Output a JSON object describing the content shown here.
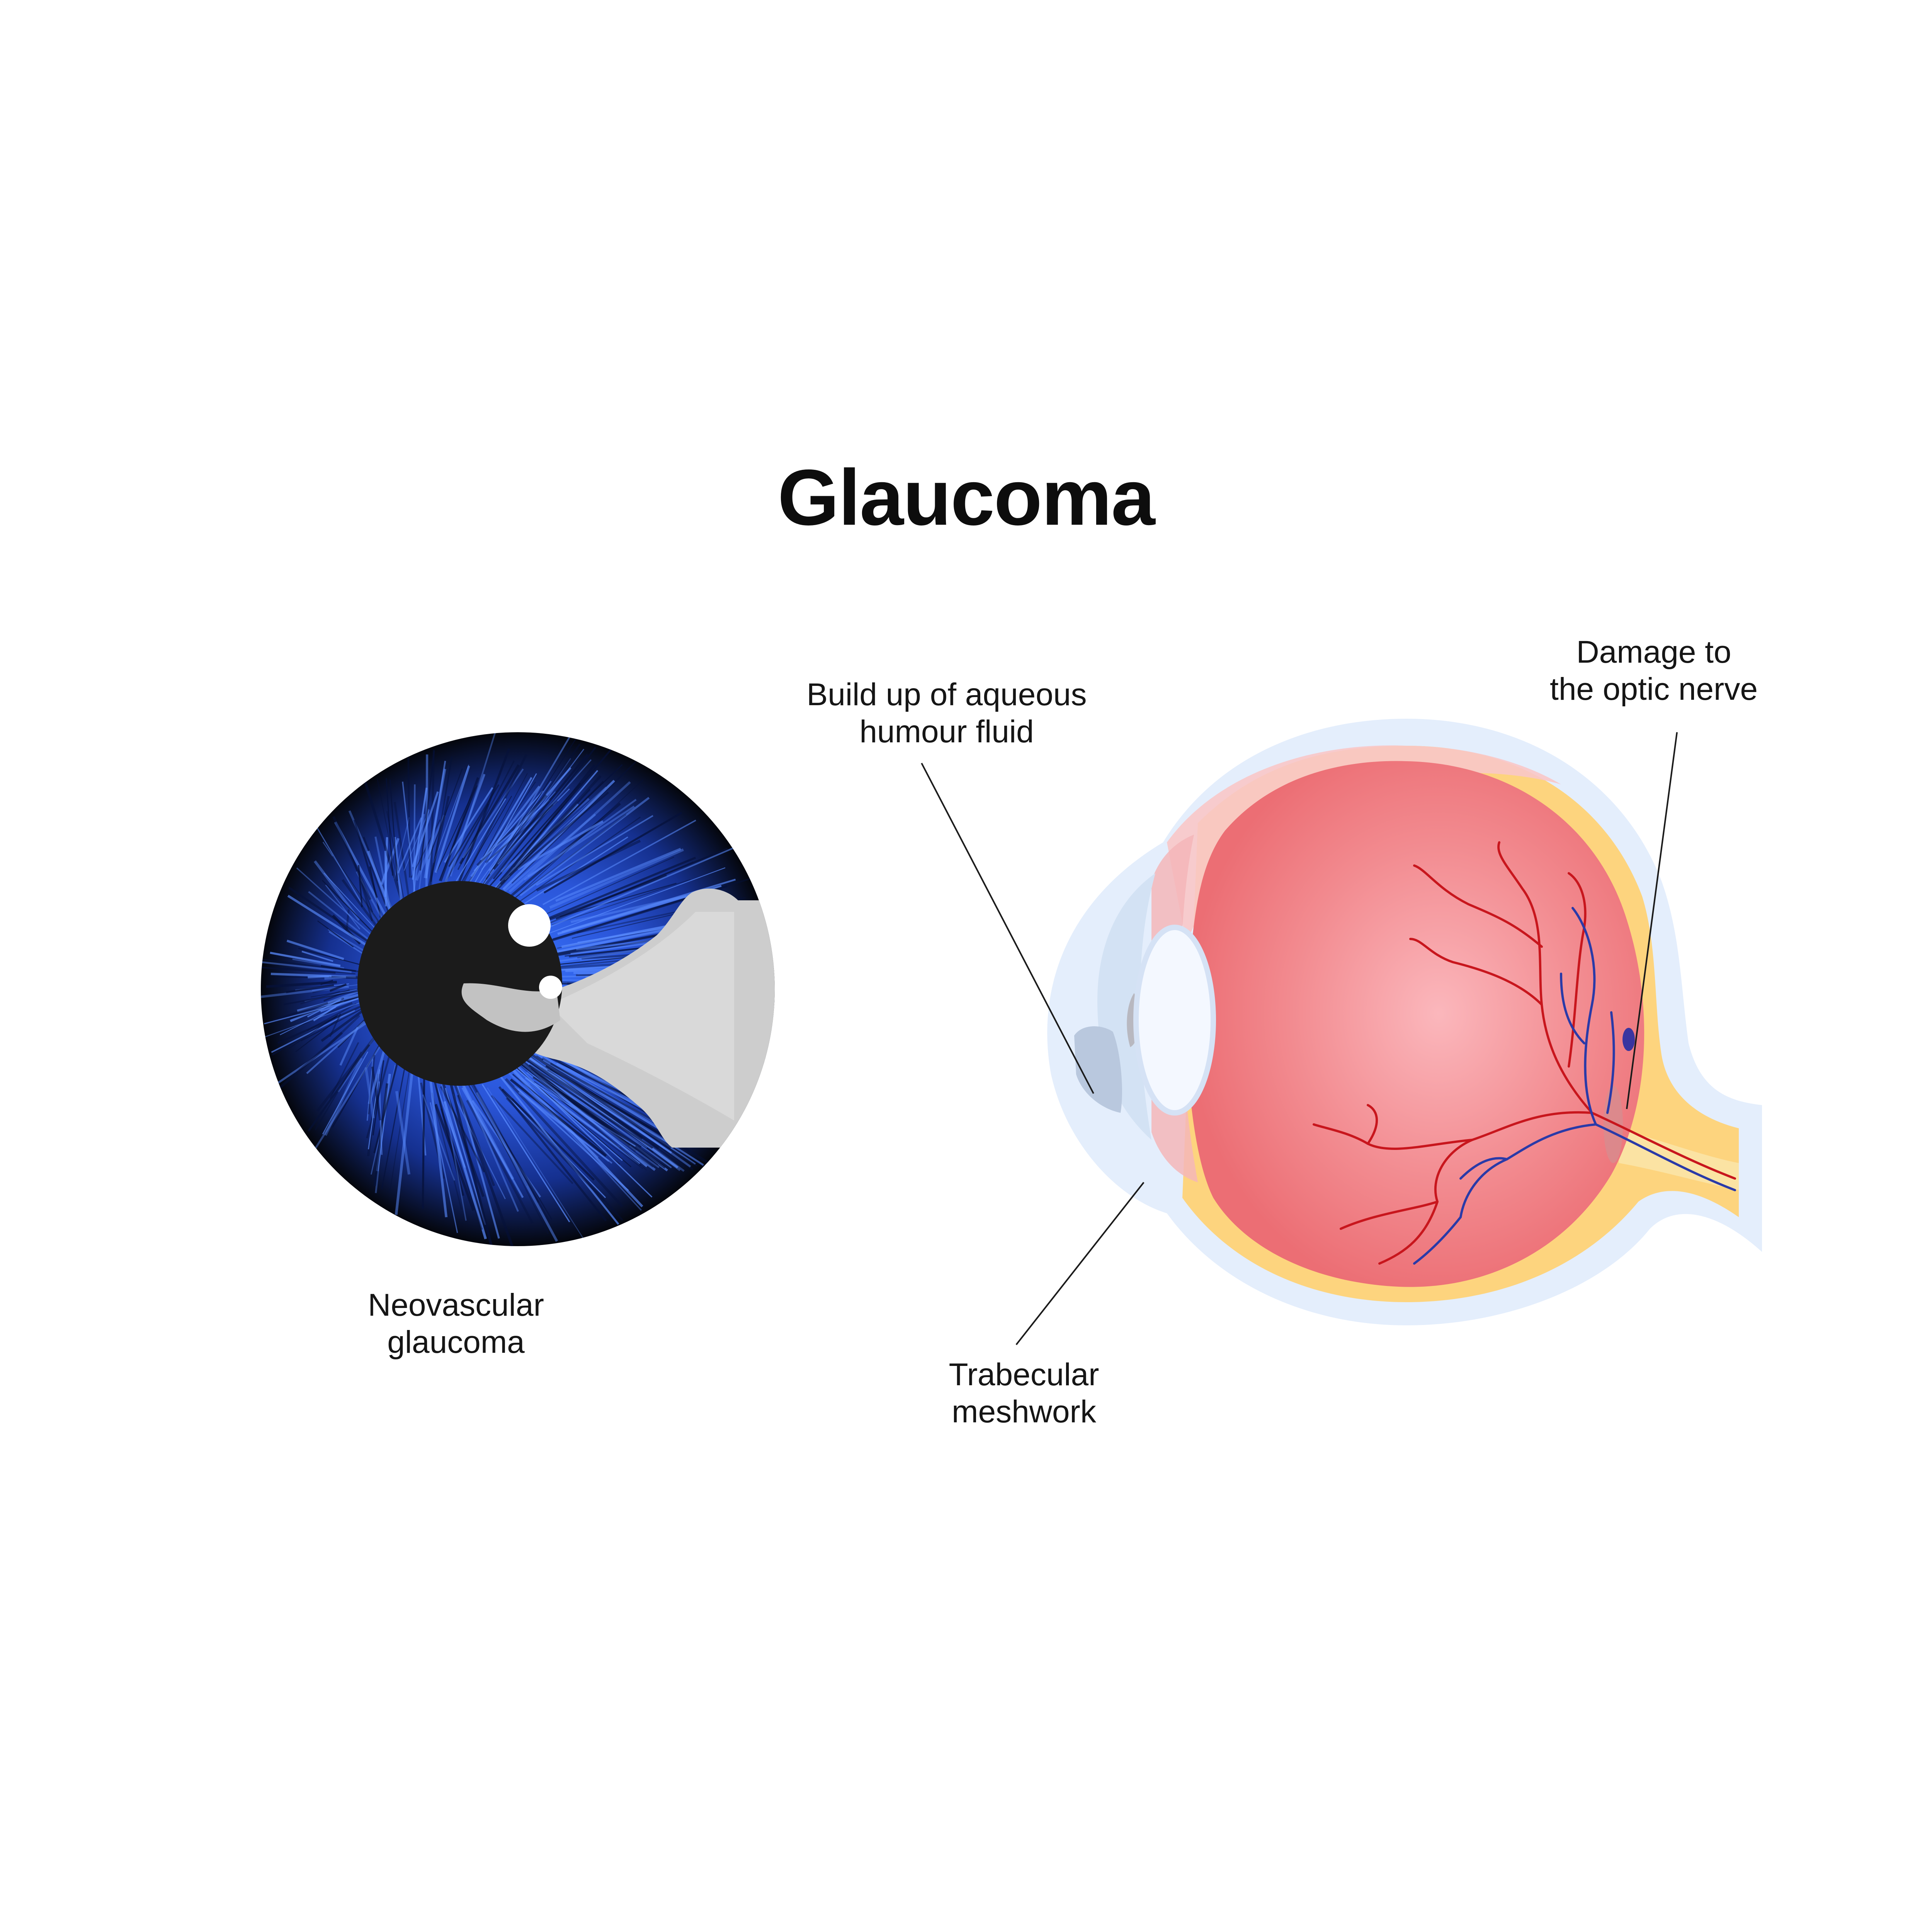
{
  "title": "Glaucoma",
  "labels": {
    "neovascular": [
      "Neovascular",
      "glaucoma"
    ],
    "aqueous": [
      "Build up of aqueous",
      "humour fluid"
    ],
    "optic_nerve": [
      "Damage to",
      "the optic nerve"
    ],
    "trabecular": [
      "Trabecular",
      "meshwork"
    ]
  },
  "colors": {
    "iris_blue": "#2f5fe0",
    "iris_dark": "#05070f",
    "pupil": "#1b1b1b",
    "opacity_gray": "#cfcfcf",
    "eyeball_red": "#f07b80",
    "eyeball_light": "#f9b3b8",
    "sclera_yellow": "#fdd37b",
    "outer_blue": "#e3edfb",
    "artery": "#c8161d",
    "vein": "#2a3aa8"
  }
}
